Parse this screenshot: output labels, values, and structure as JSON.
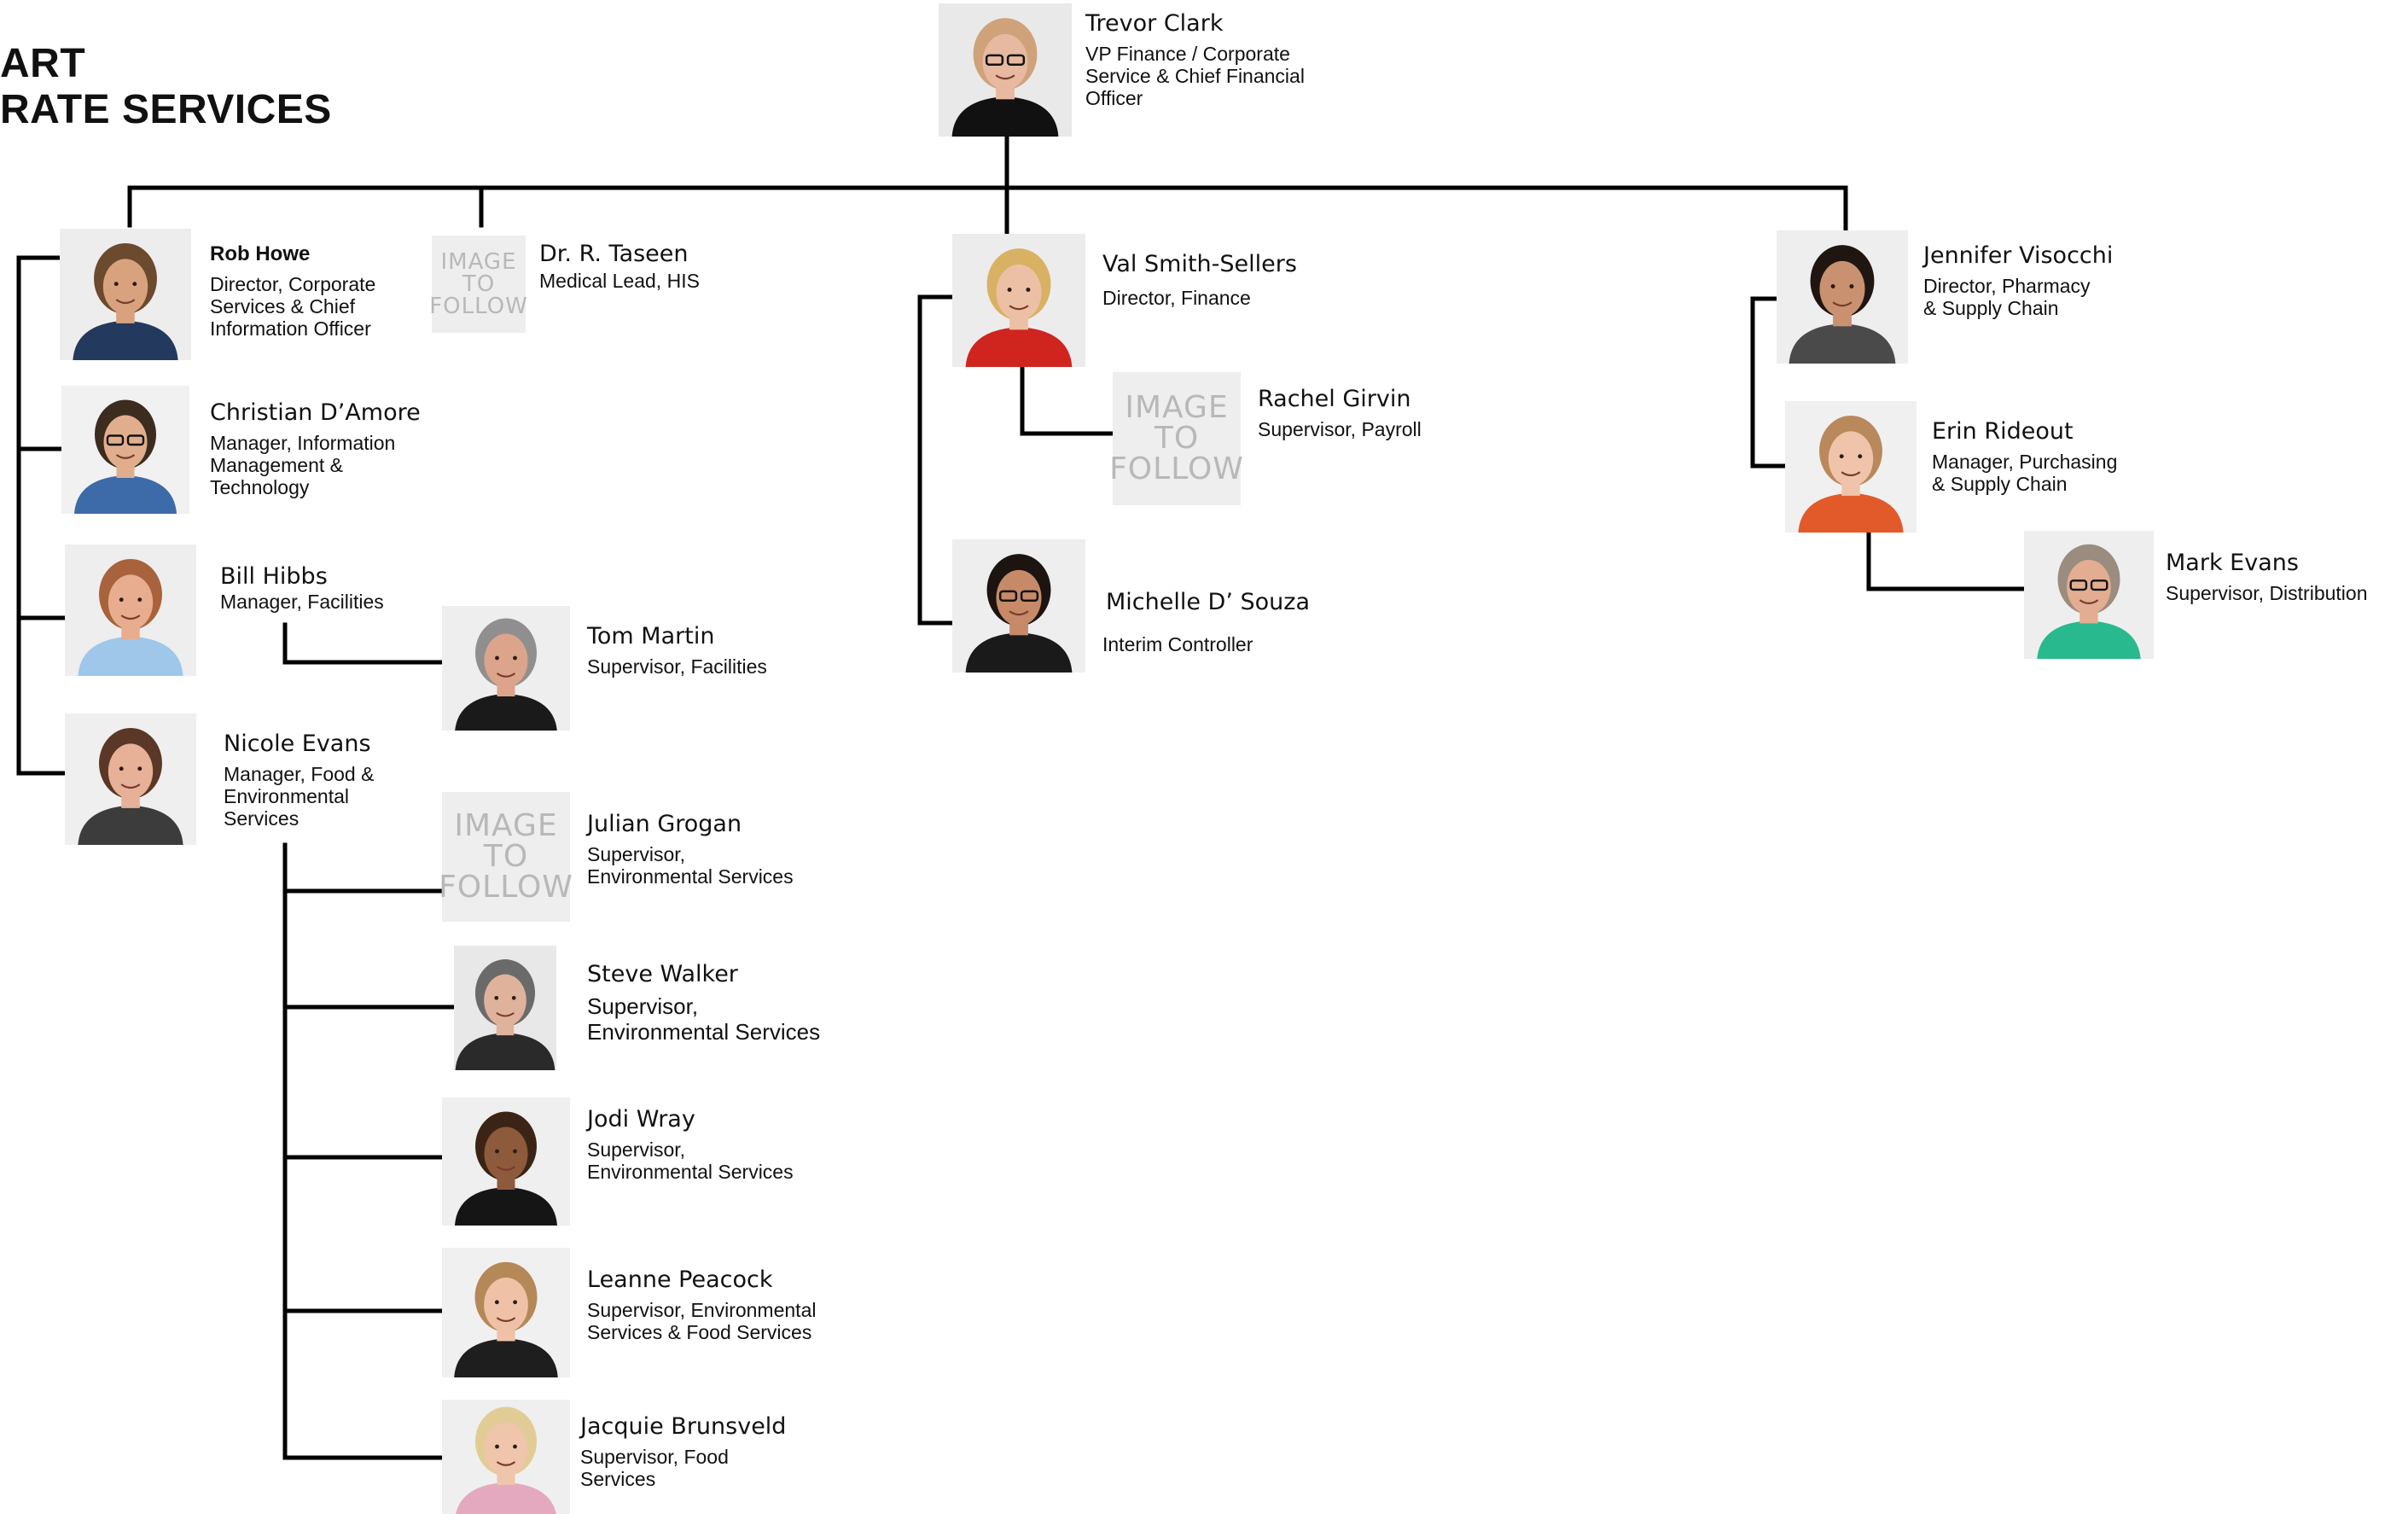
{
  "title": {
    "line1": "ART",
    "line2": "RATE SERVICES"
  },
  "placeholder_text": "IMAGE\nTO\nFOLLOW",
  "people": {
    "trevor": {
      "name": "Trevor Clark",
      "role": "VP Finance / Corporate\nService & Chief Financial\nOfficer"
    },
    "rob": {
      "name": "Rob Howe",
      "role": "Director, Corporate\nServices & Chief\nInformation Officer"
    },
    "taseen": {
      "name": "Dr. R. Taseen",
      "role": "Medical Lead, HIS"
    },
    "christian": {
      "name": "Christian D’Amore",
      "role": "Manager, Information\nManagement &\nTechnology"
    },
    "bill": {
      "name": "Bill Hibbs",
      "role": "Manager,  Facilities"
    },
    "tom": {
      "name": "Tom Martin",
      "role": "Supervisor, Facilities"
    },
    "nicole": {
      "name": "Nicole Evans",
      "role": "Manager, Food &\nEnvironmental\nServices"
    },
    "julian": {
      "name": "Julian Grogan",
      "role": "Supervisor,\nEnvironmental Services"
    },
    "steve": {
      "name": "Steve Walker",
      "role": "Supervisor,\nEnvironmental Services"
    },
    "jodi": {
      "name": "Jodi Wray",
      "role": "Supervisor,\nEnvironmental Services"
    },
    "leanne": {
      "name": "Leanne Peacock",
      "role": "Supervisor, Environmental\nServices & Food Services"
    },
    "jacquie": {
      "name": "Jacquie Brunsveld",
      "role": "Supervisor, Food\nServices"
    },
    "val": {
      "name": "Val Smith-Sellers",
      "role": "Director, Finance"
    },
    "rachel": {
      "name": "Rachel Girvin",
      "role": "Supervisor, Payroll"
    },
    "michelle": {
      "name": "Michelle D’ Souza",
      "role": "Interim Controller"
    },
    "jennifer": {
      "name": "Jennifer Visocchi",
      "role": "Director, Pharmacy\n& Supply Chain"
    },
    "erin": {
      "name": "Erin Rideout",
      "role": "Manager, Purchasing\n& Supply Chain"
    },
    "mark": {
      "name": "Mark Evans",
      "role": "Supervisor, Distribution"
    }
  },
  "photos": {
    "trevor": {
      "bg": "#e9e9e9",
      "skin": "#e7b9a0",
      "hair": "#cfa27a",
      "shirt": "#111111",
      "glasses": true
    },
    "rob": {
      "bg": "#ededed",
      "skin": "#d9a27e",
      "hair": "#6b4a2e",
      "shirt": "#24395e",
      "glasses": false
    },
    "christian": {
      "bg": "#f1f1f1",
      "skin": "#e0ae8c",
      "hair": "#3c2c1f",
      "shirt": "#3d6aa8",
      "glasses": true
    },
    "bill": {
      "bg": "#eeeeee",
      "skin": "#e8ad8e",
      "hair": "#a8623c",
      "shirt": "#9ec7ea",
      "glasses": false
    },
    "tom": {
      "bg": "#eeeeee",
      "skin": "#dca48a",
      "hair": "#8f8f8f",
      "shirt": "#1a1a1a",
      "glasses": false
    },
    "nicole": {
      "bg": "#efefef",
      "skin": "#e6b196",
      "hair": "#5a3726",
      "shirt": "#3c3c3c",
      "glasses": false
    },
    "steve": {
      "bg": "#e8e8e8",
      "skin": "#dfb29b",
      "hair": "#6a6a6a",
      "shirt": "#2a2a2a",
      "glasses": false
    },
    "jodi": {
      "bg": "#efefef",
      "skin": "#8d5a3b",
      "hair": "#3b2416",
      "shirt": "#151515",
      "glasses": false
    },
    "leanne": {
      "bg": "#f0f0f0",
      "skin": "#efc2a8",
      "hair": "#b58858",
      "shirt": "#1e1e1e",
      "glasses": false
    },
    "jacquie": {
      "bg": "#efefef",
      "skin": "#efc5ab",
      "hair": "#e2cc96",
      "shirt": "#e4a9bf",
      "glasses": false
    },
    "val": {
      "bg": "#ececec",
      "skin": "#ecc0a4",
      "hair": "#d8b163",
      "shirt": "#d0251f",
      "glasses": false
    },
    "michelle": {
      "bg": "#eeeeee",
      "skin": "#c68a69",
      "hair": "#1b1410",
      "shirt": "#1a1a1a",
      "glasses": true
    },
    "jennifer": {
      "bg": "#eeeeee",
      "skin": "#c99170",
      "hair": "#1f1611",
      "shirt": "#4a4a4a",
      "glasses": false
    },
    "erin": {
      "bg": "#f0f0f0",
      "skin": "#f0c4aa",
      "hair": "#b9895c",
      "shirt": "#e25a2a",
      "glasses": false
    },
    "mark": {
      "bg": "#eeeeee",
      "skin": "#e2ad91",
      "hair": "#9a8c7e",
      "shirt": "#29b98e",
      "glasses": true
    }
  },
  "colors": {
    "connector": "#000000",
    "placeholder_bg": "#eeeeee",
    "placeholder_text": "#b8b8b8"
  }
}
